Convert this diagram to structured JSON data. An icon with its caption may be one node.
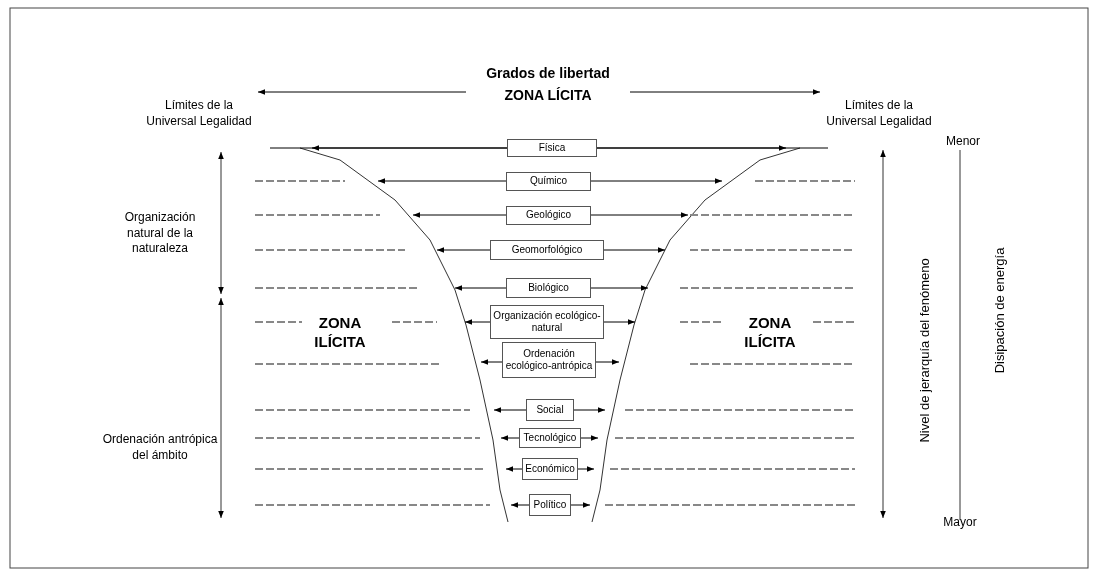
{
  "diagram": {
    "nodes": [
      {
        "text": [
          "Grados de libertad",
          "ZONA LÍCITA"
        ]
      },
      {
        "text": [
          "Límites de la Universal Legalidad"
        ]
      },
      {
        "text": [
          "Límites de la Universal Legalidad"
        ]
      },
      {
        "text": [
          "Física"
        ]
      },
      {
        "text": [
          "Químico"
        ]
      },
      {
        "text": [
          "Geológico"
        ]
      },
      {
        "text": [
          "Geomorfológico"
        ]
      },
      {
        "text": [
          "Biológico"
        ]
      },
      {
        "text": [
          "Organización ecológico-natural"
        ]
      },
      {
        "text": [
          "Ordenación ecológico-antrópica"
        ]
      },
      {
        "text": [
          "Social"
        ]
      },
      {
        "text": [
          "Tecnológico"
        ]
      },
      {
        "text": [
          "Económico"
        ]
      },
      {
        "text": [
          "Político"
        ]
      }
    ],
    "edges": [
      {
        "from": 0,
        "to": 1,
        "arrow": "to"
      },
      {
        "from": 0,
        "to": 2,
        "arrow": "to"
      },
      {
        "from": 3,
        "to": null,
        "arrow": "to"
      },
      {
        "from": 3,
        "to": null,
        "arrow": "to"
      },
      {
        "from": 4,
        "to": null,
        "arrow": "to"
      },
      {
        "from": 4,
        "to": null,
        "arrow": "to"
      },
      {
        "from": 5,
        "to": null,
        "arrow": "to"
      },
      {
        "from": 5,
        "to": null,
        "arrow": "to"
      },
      {
        "from": 6,
        "to": null,
        "arrow": "to"
      },
      {
        "from": 6,
        "to": null,
        "arrow": "to"
      },
      {
        "from": 7,
        "to": null,
        "arrow": "to"
      },
      {
        "from": 7,
        "to": null,
        "arrow": "to"
      },
      {
        "from": 8,
        "to": null,
        "arrow": "to"
      },
      {
        "from": 8,
        "to": null,
        "arrow": "to"
      },
      {
        "from": 9,
        "to": null,
        "arrow": "to"
      },
      {
        "from": 9,
        "to": null,
        "arrow": "to"
      },
      {
        "from": 10,
        "to": null,
        "arrow": "to"
      },
      {
        "from": 10,
        "to": null,
        "arrow": "to"
      },
      {
        "from": 11,
        "to": null,
        "arrow": "to"
      },
      {
        "from": 11,
        "to": null,
        "arrow": "to"
      },
      {
        "from": 12,
        "to": null,
        "arrow": "to"
      },
      {
        "from": 12,
        "to": null,
        "arrow": "to"
      },
      {
        "from": 13,
        "to": null,
        "arrow": "to"
      },
      {
        "from": 13,
        "to": null,
        "arrow": "to"
      }
    ],
    "labels": [
      "Menor",
      "Organización natural de la naturaleza",
      "Nivel de jerarquía del fenómeno",
      "Disipación de energía",
      "ZONA ILÍCITA",
      "ZONA ILÍCITA",
      "Ordenación antrópica del ámbito",
      "Mayor"
    ]
  }
}
